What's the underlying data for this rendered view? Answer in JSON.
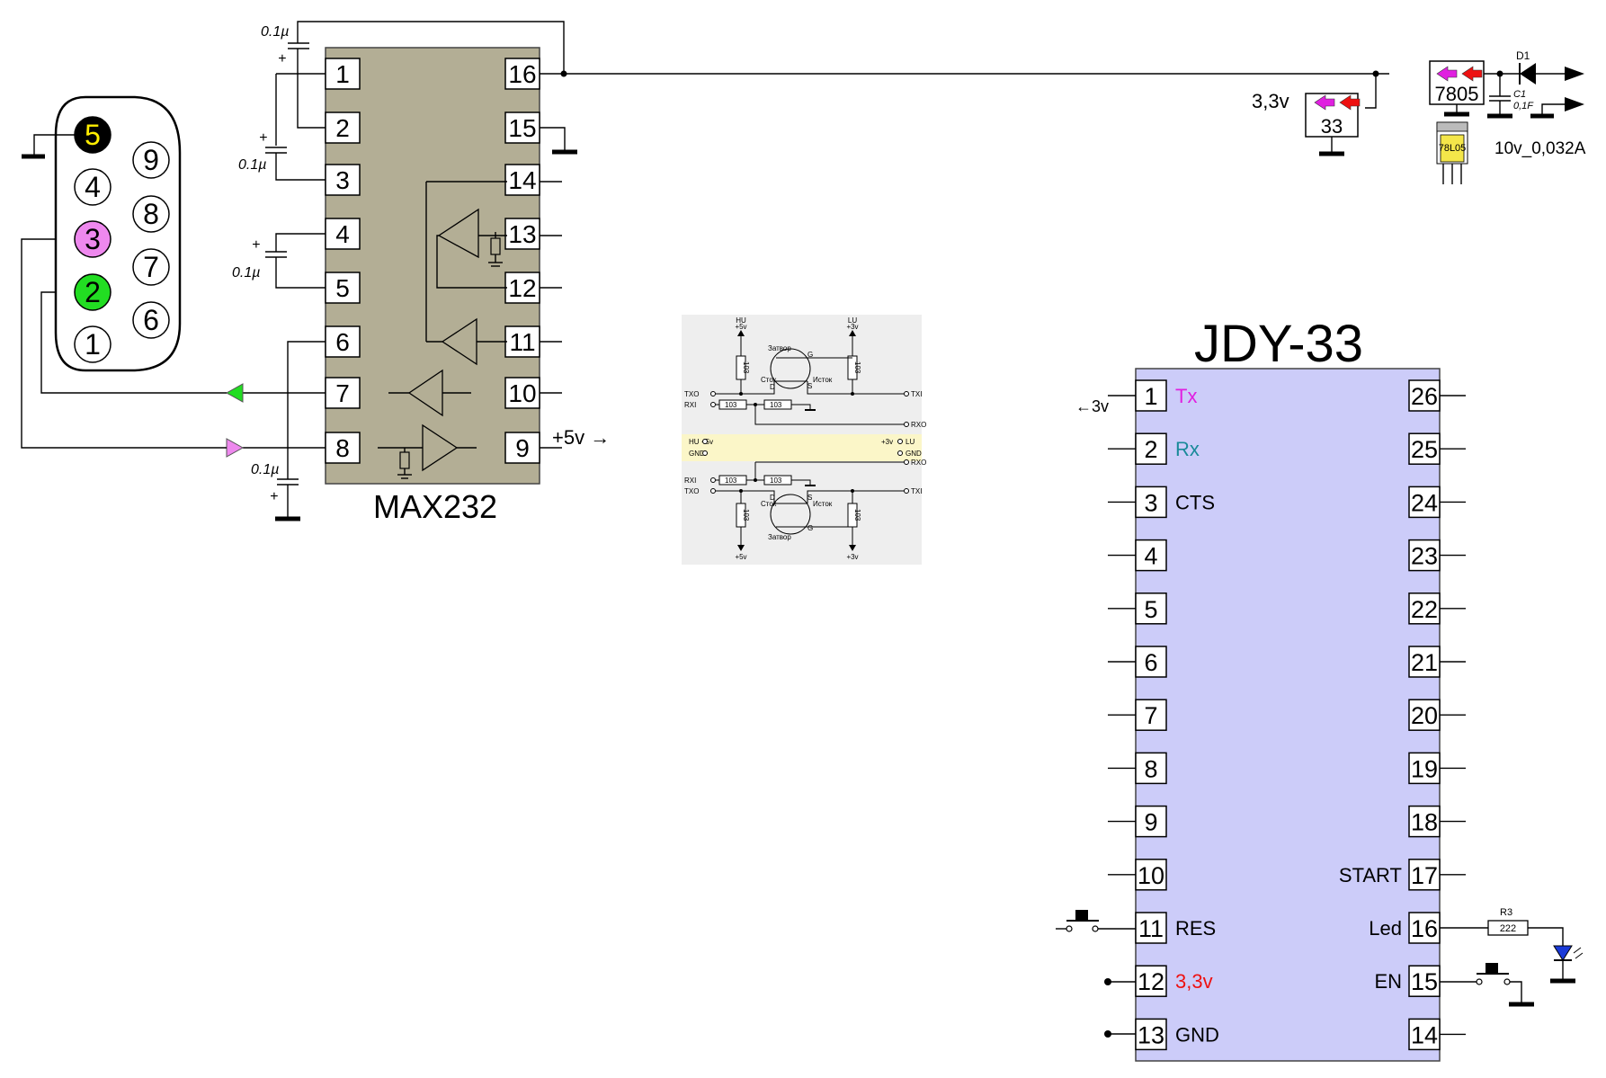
{
  "colors": {
    "max_body": "#b3ae95",
    "jdy_body": "#ccccf9",
    "red": "#ee1111",
    "magenta": "#e020e0",
    "teal": "#1a8a9a",
    "green": "#22dd22",
    "pink": "#ee88ee",
    "yellow": "#ffee00",
    "inset_bg": "#eeeeee",
    "inset_band": "#fbf6c8",
    "led_blue": "#1a3ad8"
  },
  "max232": {
    "title": "MAX232",
    "left_pins": [
      "1",
      "2",
      "3",
      "4",
      "5",
      "6",
      "7",
      "8"
    ],
    "right_pins": [
      "16",
      "15",
      "14",
      "13",
      "12",
      "11",
      "10",
      "9"
    ],
    "cap1_label": "0.1µ",
    "cap2_label": "0.1µ",
    "cap3_label": "0.1µ",
    "cap4_label": "0.1µ",
    "plus": "+",
    "pin9_note": "+5v →"
  },
  "db9": {
    "pins_left": [
      "5",
      "4",
      "3",
      "2",
      "1"
    ],
    "pins_right": [
      "9",
      "8",
      "7",
      "6"
    ]
  },
  "power": {
    "reg33": "33",
    "reg33_out": "3,3v",
    "reg7805": "7805",
    "package": "78L05",
    "diode": "D1",
    "cap_name": "C1",
    "cap_value": "0,1F",
    "supply": "10v_0,032A"
  },
  "jdy33": {
    "title": "JDY-33",
    "left_pins": [
      "1",
      "2",
      "3",
      "4",
      "5",
      "6",
      "7",
      "8",
      "9",
      "10",
      "11",
      "12",
      "13"
    ],
    "right_pins": [
      "26",
      "25",
      "24",
      "23",
      "22",
      "21",
      "20",
      "19",
      "18",
      "17",
      "16",
      "15",
      "14"
    ],
    "left_labels": [
      "Tx",
      "Rx",
      "CTS",
      "",
      "",
      "",
      "",
      "",
      "",
      "",
      "RES",
      "3,3v",
      "GND"
    ],
    "right_labels": [
      "",
      "",
      "",
      "",
      "",
      "",
      "",
      "",
      "",
      "START",
      "Led",
      "EN",
      ""
    ],
    "pin1_note": "←3v",
    "resistor_name": "R3",
    "resistor_value": "222"
  },
  "level_shifter": {
    "hu": "HU",
    "lu": "LU",
    "plus5": "+5v",
    "plus3": "+3v",
    "r": "103",
    "gate": "Затвор",
    "drain": "Сток",
    "source": "Исток",
    "g": "G",
    "d": "D",
    "s": "S",
    "txo": "TXO",
    "rxi": "RXI",
    "txi": "TXI",
    "rxo": "RXO",
    "gnd": "GND"
  }
}
